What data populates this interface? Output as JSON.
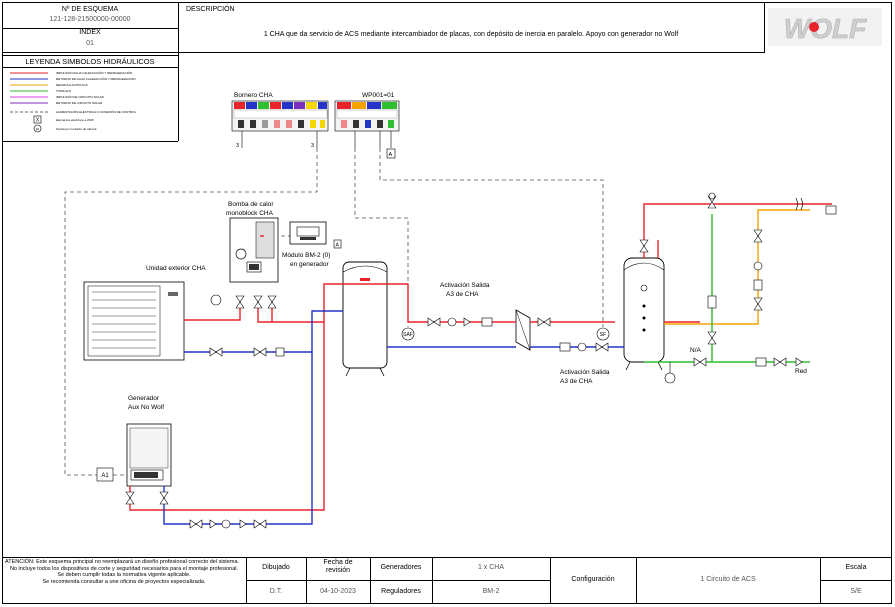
{
  "header": {
    "scheme_number_label": "Nº DE ESQUEMA",
    "scheme_number": "121-128-21500000-00000",
    "index_label": "INDEX",
    "index_value": "01",
    "description_label": "DESCRIPCIÓN",
    "description": "1 CHA que da servicio de ACS mediante intercambiador de placas, con depósito de inercia en paralelo. Apoyo con generador no Wolf",
    "brand": "WOLF"
  },
  "legend": {
    "title": "LEYENDA SIMBOLOS HIDRÁULICOS",
    "items": [
      {
        "label": "IMPULSIÓN AGUA CALEFACCIÓN Y REFRIGERACIÓN",
        "color": "#e8232a"
      },
      {
        "label": "RETORNO DE AGUA CALEFACCIÓN Y REFRIGERACIÓN",
        "color": "#2433c8"
      },
      {
        "label": "RECIRCULACIÓN ACS",
        "color": "#f5a300"
      },
      {
        "label": "TOMA AFS",
        "color": "#2fbf2f"
      },
      {
        "label": "IMPULSIÓN DE CIRCUITO SOLAR",
        "color": "#e040e0"
      },
      {
        "label": "RETORNO DE CIRCUITO SOLAR",
        "color": "#7a2fbf"
      },
      {
        "label": "ALIMENTACIÓN ELÉCTRICA O CONEXIÓN DE CONTROL",
        "color": "#555555"
      }
    ],
    "symbol_x_label": "Elementos eléctricos a 230V",
    "symbol_r_label": "Sonda por contacto de tubería"
  },
  "diagram": {
    "bornero_label": "Bornero CHA",
    "wp_label": "WP001=01",
    "heat_pump_label_1": "Bomba de calor",
    "heat_pump_label_2": "monoblock CHA",
    "module_label_1": "Módulo BM-2 (0)",
    "module_label_2": "en generador",
    "outdoor_unit_label": "Unidad exterior CHA",
    "generator_label_1": "Generador",
    "generator_label_2": "Aux No Wolf",
    "activation_top_1": "Activación Salida",
    "activation_top_2": "A3 de CHA",
    "activation_bottom_1": "Activación Salida",
    "activation_bottom_2": "A3 de CHA",
    "saf_label": "SAF",
    "sf_label": "SF",
    "a1_label": "A1",
    "na_label": "N/A",
    "red_label": "Red",
    "a_label": "A",
    "a_label_2": "A",
    "pin_3": "3",
    "pin_3b": "3"
  },
  "footer": {
    "notice_1": "ATENCIÓN: Este esquema principal no reemplazará un diseño profesional correcto del sistema.",
    "notice_2": "No incluye todos los dispositivos de corte y seguridad necesarios para el montaje profesional.",
    "notice_3": "Se deben cumplir todas la normativa vigente aplicable.",
    "notice_4": "Se recomienda consultar a une oficina de proyectos especializada.",
    "drawn_label": "Dibujado",
    "drawn_value": "D.T.",
    "revision_label": "Fecha de revisión",
    "revision_value": "04-10-2023",
    "generators_label": "Generadores",
    "generators_value": "1 x CHA",
    "regulators_label": "Reguladores",
    "regulators_value": "BM-2",
    "config_label": "Configuración",
    "config_value": "1 Circuito de ACS",
    "scale_label": "Escala",
    "scale_value": "S/E"
  }
}
